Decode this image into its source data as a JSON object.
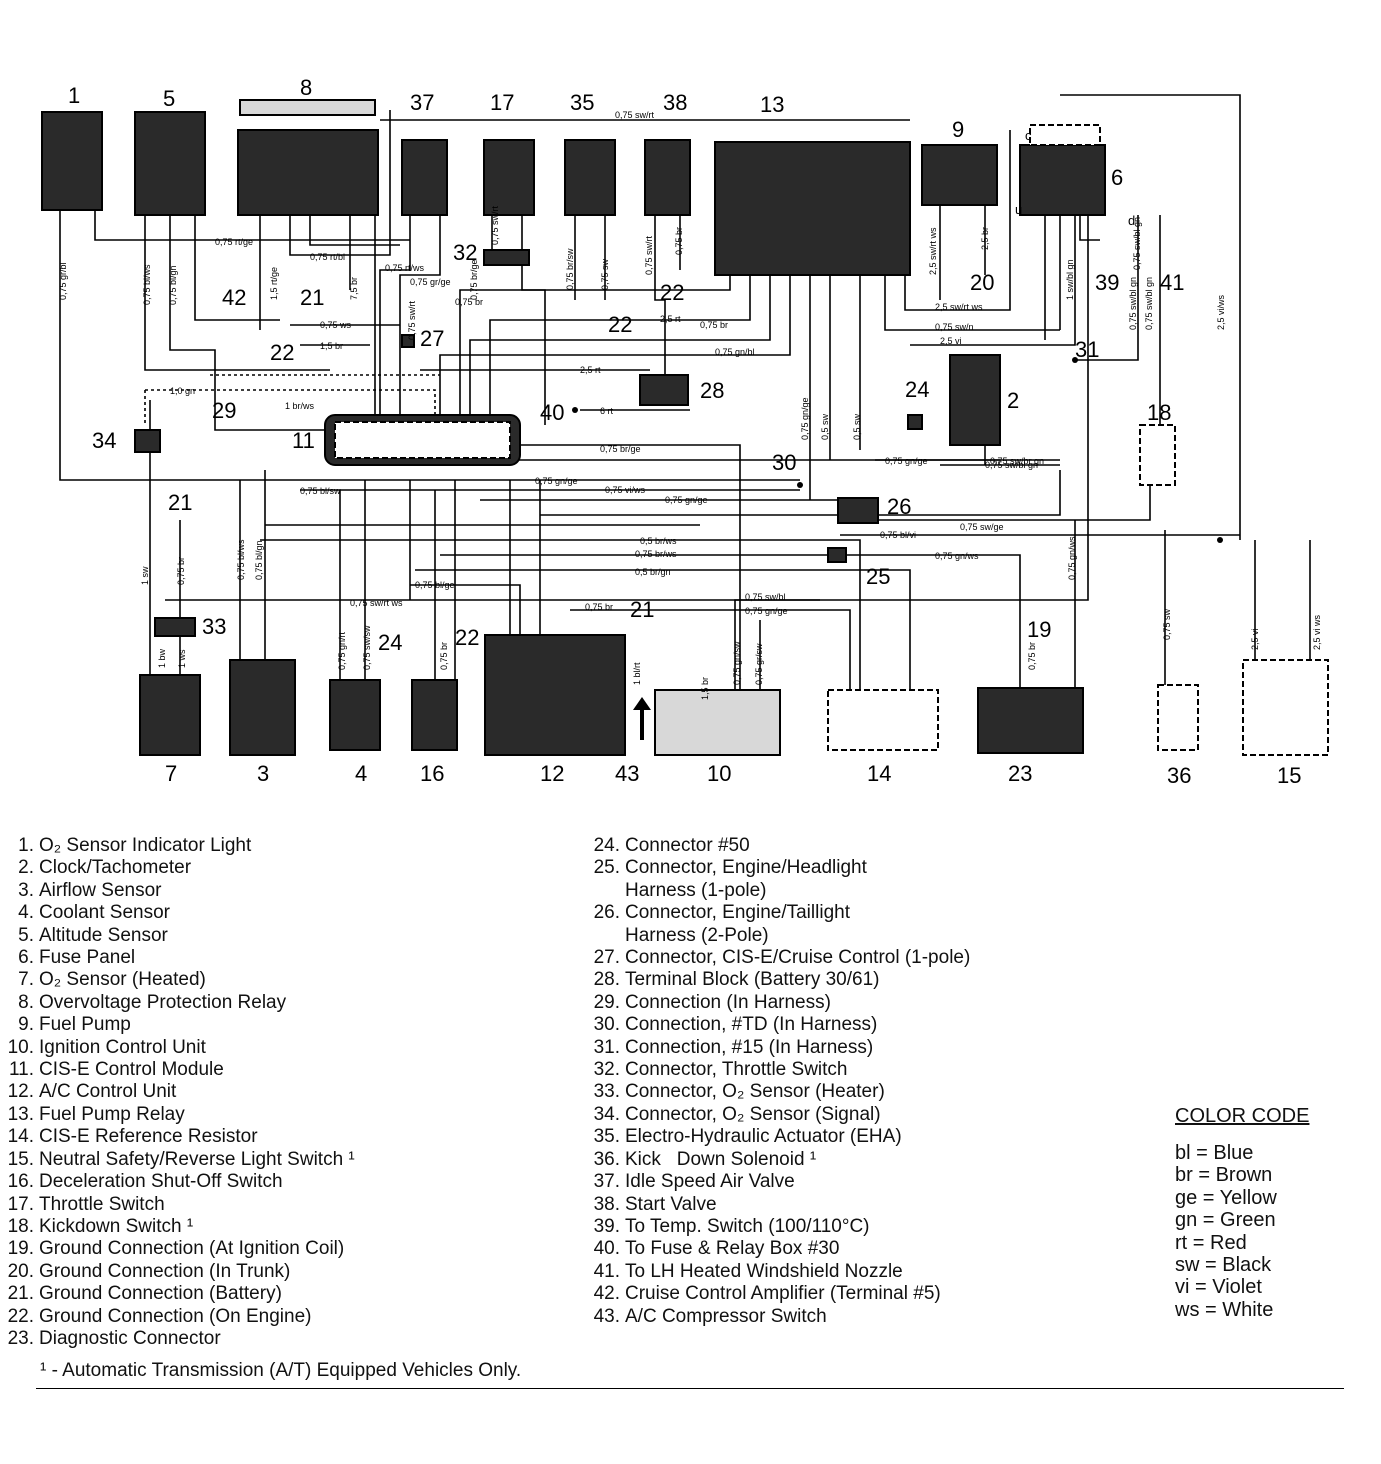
{
  "diagram": {
    "component_numbers": {
      "c1": "1",
      "c5": "5",
      "c8": "8",
      "c37": "37",
      "c17": "17",
      "c35": "35",
      "c38": "38",
      "c13": "13",
      "c9": "9",
      "c6": "6",
      "c20": "20",
      "c39": "39",
      "c41": "41",
      "c31": "31",
      "c32": "32",
      "c22a": "22",
      "c22b": "22",
      "c22c": "22",
      "c22d": "22",
      "c42": "42",
      "c21a": "21",
      "c21b": "21",
      "c21c": "21",
      "c27": "27",
      "c28": "28",
      "c24a": "24",
      "c24b": "24",
      "c2": "2",
      "c29": "29",
      "c11": "11",
      "c34": "34",
      "c40": "40",
      "c30": "30",
      "c26": "26",
      "c18": "18",
      "c25": "25",
      "c33": "33",
      "c19": "19",
      "c7": "7",
      "c3": "3",
      "c4": "4",
      "c16": "16",
      "c12": "12",
      "c43": "43",
      "c10": "10",
      "c14": "14",
      "c23": "23",
      "c36": "36",
      "c15": "15",
      "pin_c": "c",
      "pin_u": "u",
      "pin_d": "d"
    },
    "wire_labels": {
      "w1": "0,75 gr/bl",
      "w2": "0,75 bl/ws",
      "w3": "0,75 bl/gn",
      "w4": "0,75 rt/ge",
      "w5": "0,75 rt/bl",
      "w6": "1,5 rt/ge",
      "w7": "7,5 br",
      "w8": "0,75 rt/ws",
      "w9": "0,75 gr/ge",
      "w10": "0,75 br",
      "w11": "0,75 ws",
      "w12": "1,5 br",
      "w13": "1,0 gn",
      "w14": "1 br/ws",
      "w15": "0,75 sw/rt",
      "w16": "2,5 rt",
      "w17": "0,75 br",
      "w18": "0,75 gn/bl",
      "w19": "2,5 rt",
      "w20": "6 rt",
      "w21": "0,75 br/ge",
      "w22": "0,75 gn/ge",
      "w23": "0,75 vi/ws",
      "w24": "0,75 gn/ge",
      "w25": "0,75 bl/sw",
      "w26": "0,75 sw/rt",
      "w27": "2,5 sw/rt ws",
      "w28": "0,75 sw/n",
      "w29": "2,5 vi",
      "w30": "0,75 sw/bl gn",
      "w31": "0,75 sw/bl gn",
      "w32": "0,75 sw/bl gn",
      "w33": "1 sw/bl gn",
      "w34": "0,75 gn/ge",
      "w35": "0,75 sw/bl gn",
      "w36": "0,75 bl/vi",
      "w37": "0,75 sw/ge",
      "w38": "0,75 gn/ws",
      "w39": "0,5 br/ws",
      "w40": "0,75 br/ws",
      "w41": "0,5 br/gn",
      "w42": "0,75 bl/ge",
      "w43": "0,75 sw/rt ws",
      "w44": "0,75 br",
      "w45": "0,75 sw/bl",
      "w46": "0,75 gn/ge",
      "w47": "1 sw",
      "w48": "0,75 br",
      "w49": "0,75 gn/rt",
      "w50": "0,75 sw/sw",
      "w51": "0,75 br",
      "w52": "2,5 vi",
      "w53": "2,5 vi ws",
      "w54": "0,75 sw",
      "w55": "1 bl/rt",
      "w56": "1,5 br",
      "w57": "0,75 gn/sw",
      "w58": "0,75 gr/sw",
      "w59": "2,5 sw/rt ws",
      "w60": "2,5 br",
      "w61": "0,75 sw/rt",
      "w62": "0,75 sw",
      "w63": "0,75 br/sw",
      "w64": "0,75 br",
      "w65": "0,5 sw",
      "w66": "0,75 sw/rt",
      "w67": "0,5 sw",
      "w68": "2,5 vi/ws",
      "w69": "0,75 bl/ws",
      "w70": "0,75 gn/ge",
      "w71": "0,75 bl/gn",
      "w72": "0,75 gn/ws",
      "w73": "1 bw",
      "w74": "1 ws",
      "w75": "0,75 br",
      "w76": "0,75 sw/rt",
      "w77": "0,75 br/ge",
      "w78": "0,75 sw/br gn"
    }
  },
  "legend_left": [
    {
      "n": "1.",
      "text": "O₂ Sensor Indicator Light"
    },
    {
      "n": "2.",
      "text": "Clock/Tachometer"
    },
    {
      "n": "3.",
      "text": "Airflow Sensor"
    },
    {
      "n": "4.",
      "text": "Coolant Sensor"
    },
    {
      "n": "5.",
      "text": "Altitude Sensor"
    },
    {
      "n": "6.",
      "text": "Fuse Panel"
    },
    {
      "n": "7.",
      "text": "O₂ Sensor (Heated)"
    },
    {
      "n": "8.",
      "text": "Overvoltage Protection Relay"
    },
    {
      "n": "9.",
      "text": "Fuel Pump"
    },
    {
      "n": "10.",
      "text": "Ignition Control Unit"
    },
    {
      "n": "11.",
      "text": "CIS-E Control Module"
    },
    {
      "n": "12.",
      "text": "A/C Control Unit"
    },
    {
      "n": "13.",
      "text": "Fuel Pump Relay"
    },
    {
      "n": "14.",
      "text": "CIS-E Reference Resistor"
    },
    {
      "n": "15.",
      "text": "Neutral Safety/Reverse Light Switch ¹"
    },
    {
      "n": "16.",
      "text": "Deceleration Shut-Off Switch"
    },
    {
      "n": "17.",
      "text": "Throttle Switch"
    },
    {
      "n": "18.",
      "text": "Kickdown Switch ¹"
    },
    {
      "n": "19.",
      "text": "Ground Connection (At Ignition Coil)"
    },
    {
      "n": "20.",
      "text": "Ground Connection (In Trunk)"
    },
    {
      "n": "21.",
      "text": "Ground Connection (Battery)"
    },
    {
      "n": "22.",
      "text": "Ground Connection (On Engine)"
    },
    {
      "n": "23.",
      "text": "Diagnostic Connector"
    }
  ],
  "legend_right": [
    {
      "n": "24.",
      "text": "Connector #50"
    },
    {
      "n": "25.",
      "text": "Connector, Engine/Headlight"
    },
    {
      "n": "",
      "text": "Harness (1-pole)"
    },
    {
      "n": "26.",
      "text": "Connector, Engine/Taillight"
    },
    {
      "n": "",
      "text": "Harness (2-Pole)"
    },
    {
      "n": "27.",
      "text": "Connector, CIS-E/Cruise Control (1-pole)"
    },
    {
      "n": "28.",
      "text": "Terminal Block (Battery 30/61)"
    },
    {
      "n": "29.",
      "text": "Connection (In Harness)"
    },
    {
      "n": "30.",
      "text": "Connection, #TD (In Harness)"
    },
    {
      "n": "31.",
      "text": "Connection, #15 (In Harness)"
    },
    {
      "n": "32.",
      "text": "Connector, Throttle Switch"
    },
    {
      "n": "33.",
      "text": "Connector, O₂ Sensor (Heater)"
    },
    {
      "n": "34.",
      "text": "Connector, O₂ Sensor (Signal)"
    },
    {
      "n": "35.",
      "text": "Electro-Hydraulic Actuator (EHA)"
    },
    {
      "n": "36.",
      "text": "Kick   Down Solenoid ¹"
    },
    {
      "n": "37.",
      "text": "Idle Speed Air Valve"
    },
    {
      "n": "38.",
      "text": "Start Valve"
    },
    {
      "n": "39.",
      "text": "To Temp. Switch (100/110°C)"
    },
    {
      "n": "40.",
      "text": "To Fuse & Relay Box #30"
    },
    {
      "n": "41.",
      "text": "To LH Heated Windshield Nozzle"
    },
    {
      "n": "42.",
      "text": "Cruise Control Amplifier (Terminal #5)"
    },
    {
      "n": "43.",
      "text": "A/C Compressor Switch"
    }
  ],
  "color_code": {
    "title": "COLOR CODE",
    "items": [
      "bl = Blue",
      "br = Brown",
      "ge = Yellow",
      "gn = Green",
      "rt = Red",
      "sw = Black",
      "vi = Violet",
      "ws = White"
    ]
  },
  "footnote": "¹ - Automatic Transmission (A/T) Equipped Vehicles Only."
}
